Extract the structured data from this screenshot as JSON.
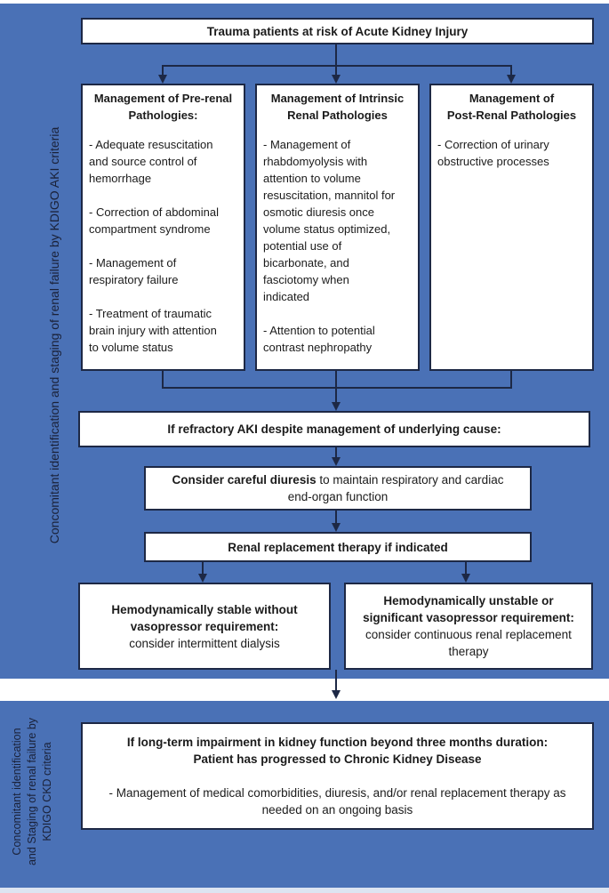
{
  "colors": {
    "panel_blue": "#4a71b6",
    "line_navy": "#1d2845",
    "box_fill": "#ffffff",
    "box_text": "#1b1b1b",
    "side_label_navy": "#1a2138",
    "page_edge_strip": "#dde4f1"
  },
  "side_labels": {
    "aki": "Concomitant identification and staging of renal failure by KDIGO AKI criteria",
    "ckd": "Concomitant identification\nand Staging of renal failure by\nKDIGO CKD criteria"
  },
  "nodes": {
    "trauma": {
      "text": "Trauma patients at risk of Acute Kidney Injury"
    },
    "prerenal": {
      "title": "Management of Pre-renal\nPathologies:",
      "items": [
        "- Adequate resuscitation\nand source control of\nhemorrhage",
        "- Correction of abdominal\ncompartment syndrome",
        "- Management of\nrespiratory failure",
        "- Treatment of traumatic\nbrain injury with attention\nto volume status"
      ]
    },
    "intrinsic": {
      "title": "Management of Intrinsic\nRenal Pathologies",
      "items": [
        "- Management of\nrhabdomyolysis with\nattention to volume\nresuscitation, mannitol for\nosmotic diuresis once\nvolume status optimized,\npotential use of\nbicarbonate, and\nfasciotomy when\nindicated",
        "- Attention to potential\ncontrast nephropathy"
      ]
    },
    "postrenal": {
      "title": "Management of\nPost-Renal Pathologies",
      "items": [
        "- Correction of urinary\nobstructive processes"
      ]
    },
    "refractory": {
      "text": "If refractory AKI despite management of underlying cause:"
    },
    "diuresis": {
      "bold": "Consider careful diuresis",
      "rest": " to maintain respiratory and cardiac\nend-organ function"
    },
    "rrt": {
      "text": "Renal replacement therapy if indicated"
    },
    "stable": {
      "bold": "Hemodynamically stable without\nvasopressor requirement:",
      "rest": "consider intermittent dialysis"
    },
    "unstable": {
      "bold": "Hemodynamically unstable or\nsignificant vasopressor requirement:",
      "rest": "consider continuous renal replacement\ntherapy"
    },
    "ckd": {
      "title": "If long-term impairment in kidney function beyond three months duration:\nPatient has progressed to Chronic Kidney Disease",
      "body": "- Management of medical comorbidities, diuresis, and/or renal replacement therapy as\nneeded on an ongoing basis"
    }
  }
}
